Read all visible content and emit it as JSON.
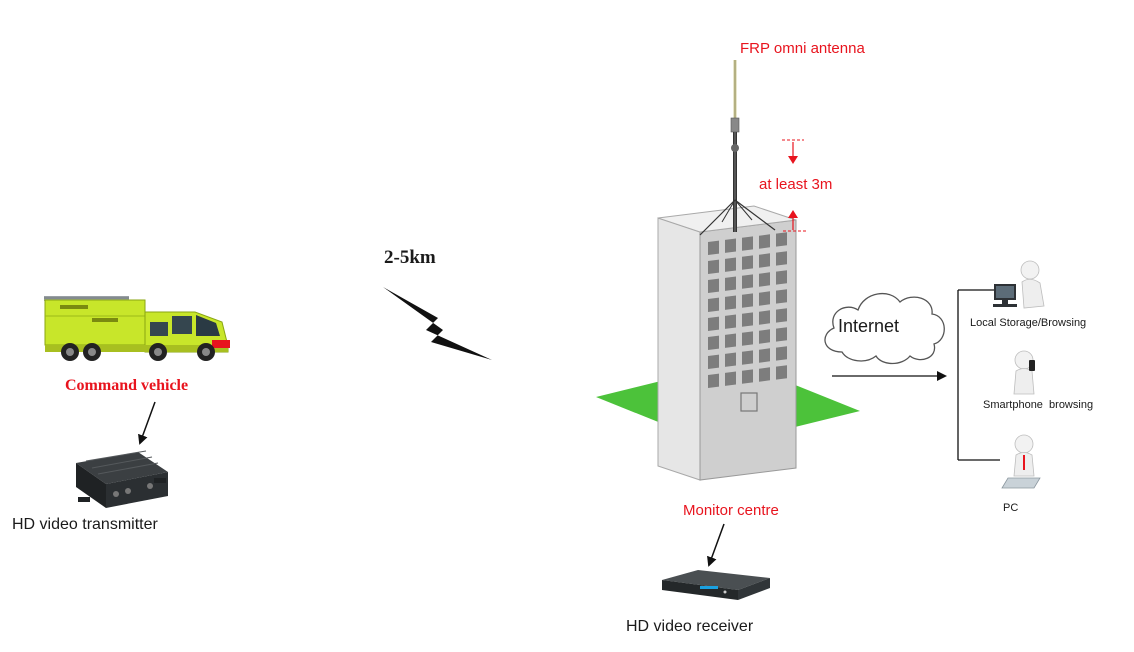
{
  "labels": {
    "antenna": "FRP omni antenna",
    "height_note": "at least 3m",
    "range": "2-5km",
    "vehicle": "Command vehicle",
    "transmitter": "HD video transmitter",
    "monitor_centre": "Monitor centre",
    "receiver": "HD video receiver",
    "internet": "Internet",
    "local_storage": "Local Storage/Browsing",
    "smartphone": "Smartphone  browsing",
    "pc": "PC"
  },
  "colors": {
    "label_red": "#e8141e",
    "truck_body": "#c8e62a",
    "ground": "#4cc23a",
    "building_front": "#cfcfcf",
    "building_side": "#e6e6e6"
  },
  "icons": [
    "antenna-icon",
    "fire-truck-icon",
    "transmitter-icon",
    "building-icon",
    "receiver-icon",
    "cloud-icon",
    "lightning-icon",
    "desktop-user-icon",
    "smartphone-user-icon",
    "pc-user-icon"
  ]
}
